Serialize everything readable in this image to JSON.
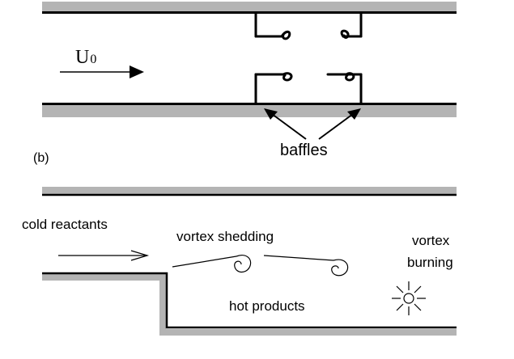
{
  "panel_a": {
    "velocity_symbol": "U",
    "velocity_subscript": "0",
    "baffles_label": "baffles"
  },
  "panel_b": {
    "panel_label": "(b)",
    "cold_reactants_label": "cold reactants",
    "vortex_shedding_label": "vortex shedding",
    "vortex_burning_line1": "vortex",
    "vortex_burning_line2": "burning",
    "hot_products_label": "hot products"
  },
  "colors": {
    "wall_shadow": "#b4b4b4",
    "line": "#000000"
  }
}
